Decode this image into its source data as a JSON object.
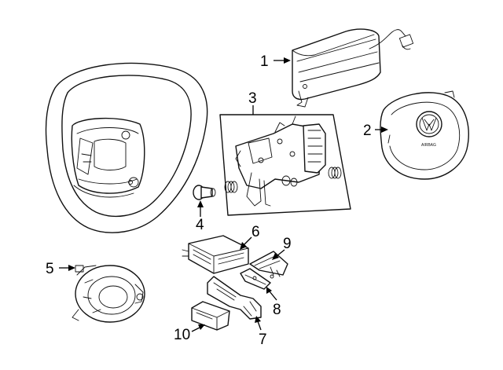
{
  "callouts": [
    {
      "id": "c1",
      "label": "1"
    },
    {
      "id": "c2",
      "label": "2"
    },
    {
      "id": "c3",
      "label": "3"
    },
    {
      "id": "c4",
      "label": "4"
    },
    {
      "id": "c5",
      "label": "5"
    },
    {
      "id": "c6",
      "label": "6"
    },
    {
      "id": "c7",
      "label": "7"
    },
    {
      "id": "c8",
      "label": "8"
    },
    {
      "id": "c9",
      "label": "9"
    },
    {
      "id": "c10",
      "label": "10"
    }
  ],
  "horn_pad_badge": "AIRBAG",
  "colors": {
    "ink": "#111111",
    "background": "#ffffff"
  }
}
